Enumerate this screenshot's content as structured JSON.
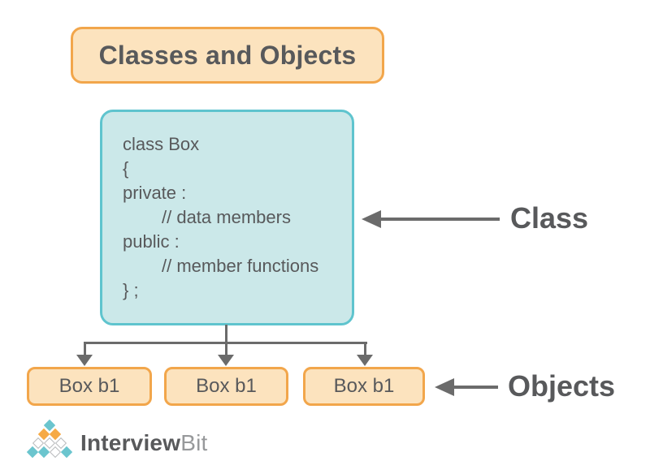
{
  "title": "Classes and Objects",
  "class_box": {
    "code_lines": [
      "class Box",
      "{",
      "private :",
      "// data members",
      "public :",
      "// member functions",
      "} ;"
    ]
  },
  "labels": {
    "class": "Class",
    "objects": "Objects"
  },
  "object_boxes": [
    "Box b1",
    "Box b1",
    "Box b1"
  ],
  "logo": {
    "brand_primary": "Interview",
    "brand_secondary": "Bit",
    "pyramid_rows": [
      [
        "teal"
      ],
      [
        "orange",
        "orange"
      ],
      [
        "white",
        "white",
        "white"
      ],
      [
        "teal",
        "teal",
        "white",
        "teal"
      ]
    ]
  },
  "colors": {
    "background": "#FFFFFF",
    "peach-fill": "#FCE3BE",
    "orange-border": "#F2A64B",
    "teal-fill": "#CBE8E9",
    "teal-border": "#5FC4CE",
    "text-gray": "#58595B",
    "line-gray": "#6B6B6B",
    "logo-teal": "#6BC5CE",
    "logo-orange": "#F6AA45",
    "brand-secondary-gray": "#97999B"
  }
}
